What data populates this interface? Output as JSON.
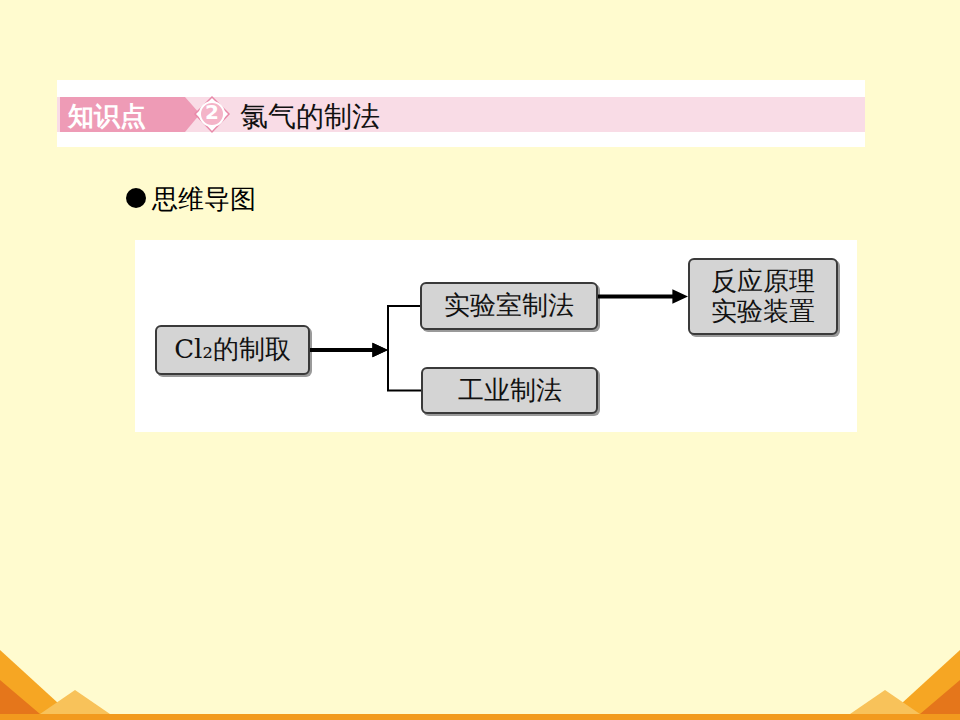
{
  "diagram": {
    "title": "氯气的制法",
    "nodes": [
      {
        "text": [
          "Cl₂的制取"
        ]
      },
      {
        "text": [
          "实验室制法"
        ]
      },
      {
        "text": [
          "反应原理 实验装置"
        ]
      },
      {
        "text": [
          "工业制法"
        ]
      }
    ],
    "edges": [
      {
        "from": 0,
        "to": 1,
        "arrow": "to"
      },
      {
        "from": 0,
        "to": 3,
        "arrow": "to"
      },
      {
        "from": 1,
        "to": 2,
        "arrow": "to"
      }
    ],
    "labels": [
      "知识点",
      "2",
      "思维导图"
    ]
  }
}
